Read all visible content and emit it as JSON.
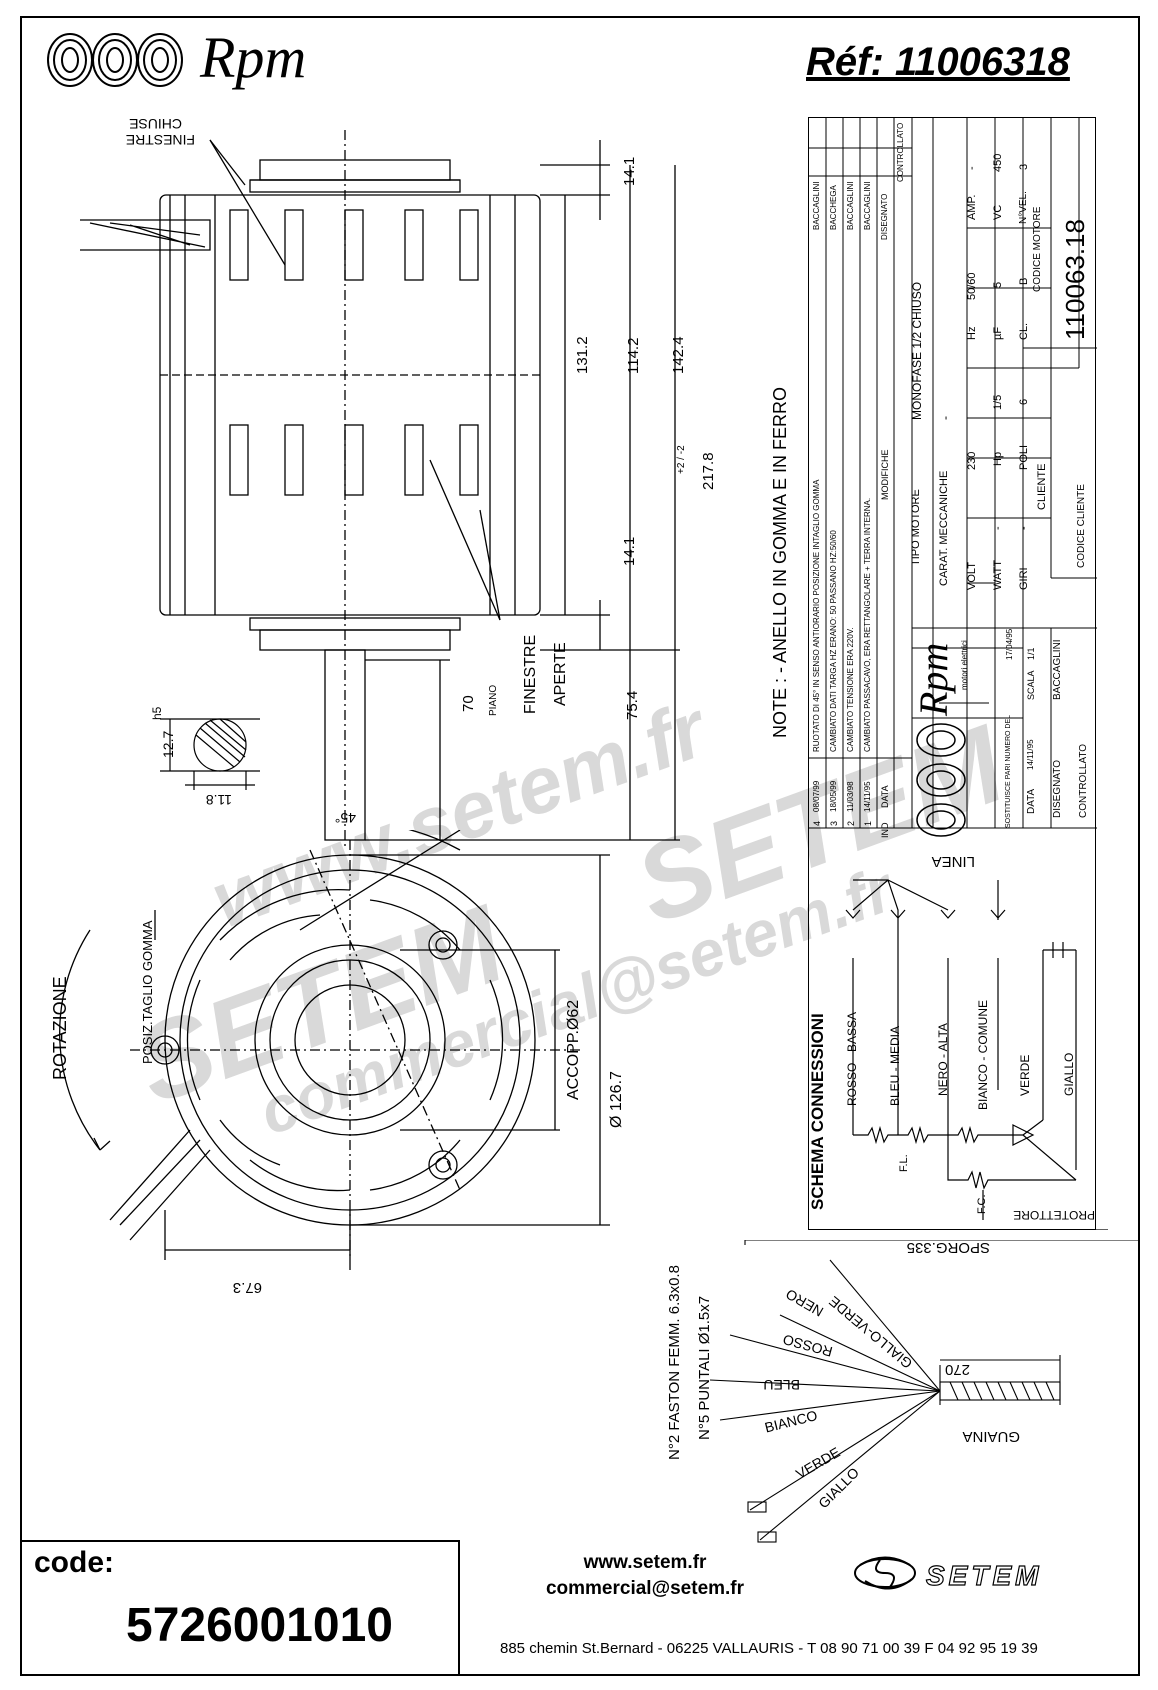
{
  "header": {
    "brand": "Rpm",
    "reference": "Réf:  11006318"
  },
  "watermark": {
    "site": "www.setem.fr",
    "brand": "SETEM",
    "email": "commercial@setem.fr"
  },
  "side_view": {
    "label_finestre_chiuse": [
      "FINESTRE",
      "CHIUSE"
    ],
    "label_finestre_aperte": [
      "FINESTRE",
      "APERTE"
    ],
    "dims": [
      "14.1",
      "131.2",
      "114.2",
      "142.4",
      "217.8",
      "14.1",
      "75.4",
      "70",
      "PIANO"
    ],
    "tolerance": "+2 / -2",
    "note": "NOTE :  - ANELLO IN GOMMA E IN FERRO"
  },
  "shaft_section": {
    "h5": "h5",
    "d1": "12.7",
    "d2": "11.8"
  },
  "front_view": {
    "rotation": "ROTAZIONE",
    "angle": "45°",
    "posiz": "POSIZ.TAGLIO GOMMA",
    "accopp": "ACCOPP.Ø62",
    "diameter": "Ø 126.7",
    "dim_67": "67.3"
  },
  "title_block": {
    "changes": [
      {
        "ind": "4",
        "date": "08/07/99",
        "text": "RUOTATO DI 45° IN SENSO ANTIORARIO POSIZIONE INTAGLIO GOMMA",
        "by": "BACCAGLINI"
      },
      {
        "ind": "3",
        "date": "18/05/99",
        "text": "CAMBIATO DATI TARGA HZ ERANO: 50 PASSANO HZ:50/60",
        "by": "BACCHEGA"
      },
      {
        "ind": "2",
        "date": "11/03/98",
        "text": "CAMBIATO TENSIONE ERA 220V.",
        "by": "BACCAGLINI"
      },
      {
        "ind": "1",
        "date": "14/11/95",
        "text": "CAMBIATO PASSACAVO, ERA RETTANGOLARE + TERRA INTERNA.",
        "by": "BACCAGLINI"
      }
    ],
    "header_row": {
      "ind": "IND",
      "date": "DATA",
      "mod": "MODIFICHE",
      "des": "DISEGNATO",
      "ctrl": "CONTROLLATO"
    },
    "tipo_motore_label": "TIPO MOTORE",
    "tipo_motore": "MONOFASE 1/2 CHIUSO",
    "carat_label": "CARAT. MECCANICHE",
    "carat": "-",
    "volt_label": "VOLT",
    "volt": "230",
    "hz_label": "Hz",
    "hz": "50/60",
    "amp_label": "AMP.",
    "amp": "-",
    "watt_label": "WATT",
    "watt": "-",
    "hp_label": "Hp",
    "hp": "1/5",
    "uf_label": "µF",
    "uf": "5",
    "vc_label": "VC",
    "vc": "450",
    "giri_label": "GIRI",
    "giri": "-",
    "poli_label": "POLI",
    "poli": "6",
    "cl_label": "CL.",
    "cl": "B",
    "nvel_label": "N°VEL.",
    "nvel": "3",
    "cliente_label": "CLIENTE",
    "codice_motore_label": "CODICE MOTORE",
    "codice_motore": "110063.18",
    "codice_cliente_label": "CODICE CLIENTE",
    "sostituisce": "SOSTITUISCE PARI NUMERO DEL",
    "sost_date": "17/04/95",
    "scala_label": "SCALA",
    "scala": "1/1",
    "data_label": "DATA",
    "data": "14/11/95",
    "disegnato_label": "DISEGNATO",
    "disegnato": "BACCAGLINI",
    "controllato_label": "CONTROLLATO",
    "logo_sub": "motori elettrici"
  },
  "schema": {
    "title": "SCHEMA CONNESSIONI",
    "linea": "LINEA",
    "wires": [
      "ROSSO - BASSA",
      "BLEU - MEDIA",
      "NERO - ALTA",
      "BIANCO - COMUNE",
      "VERDE",
      "GIALLO"
    ],
    "fl": "F.L.",
    "fc": "F.C.",
    "protettore": "PROTETTORE"
  },
  "cable": {
    "sporg": "SPORG.335",
    "len": "270",
    "guaina": "GUAINA",
    "fastons": "N°2 FASTON FEMM. 6.3x0.8",
    "puntali": "N°5 PUNTALI Ø1.5x7",
    "wires": [
      "GIALLO-VERDE",
      "NERO",
      "ROSSO",
      "BLEU",
      "BIANCO",
      "VERDE",
      "GIALLO"
    ]
  },
  "code": {
    "label": "code:",
    "value": "5726001010"
  },
  "footer": {
    "site": "www.setem.fr",
    "email": "commercial@setem.fr",
    "address": "885 chemin St.Bernard  -  06225 VALLAURIS  -  T 08 90 71 00 39  F 04 92 95 19 39",
    "brand": "SETEM"
  }
}
